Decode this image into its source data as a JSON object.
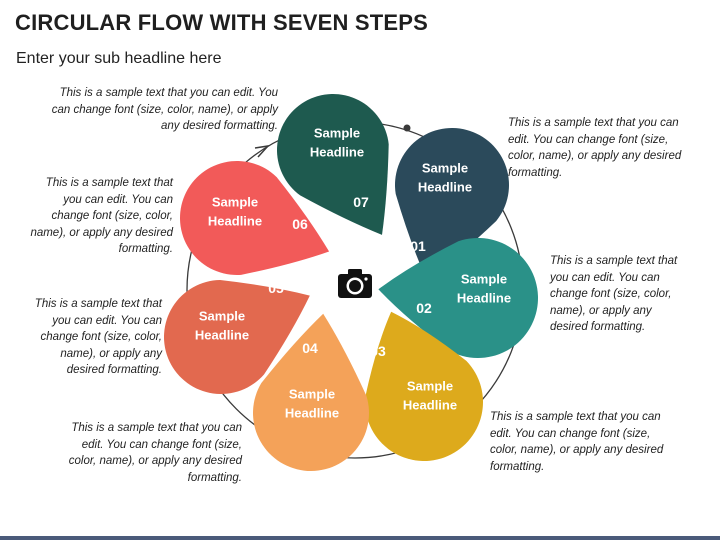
{
  "title": "CIRCULAR FLOW WITH SEVEN STEPS",
  "subtitle": "Enter your sub headline here",
  "steps": [
    {
      "num": "01",
      "headline": "Sample Headline",
      "color": "#2b4a5b",
      "text": "This is a sample text that you can edit. You can change font (size, color, name), or apply any desired formatting."
    },
    {
      "num": "02",
      "headline": "Sample Headline",
      "color": "#2a9188",
      "text": "This is a sample text that you can edit. You can change font (size, color, name), or apply any desired formatting."
    },
    {
      "num": "03",
      "headline": "Sample Headline",
      "color": "#ddaa1c",
      "text": "This is a sample text that you can edit. You can change font (size, color, name), or apply any desired formatting."
    },
    {
      "num": "04",
      "headline": "Sample Headline",
      "color": "#f4a259",
      "text": "This is a sample text that you can edit. You can change font (size, color, name), or apply any desired formatting."
    },
    {
      "num": "05",
      "headline": "Sample Headline",
      "color": "#e2694f",
      "text": "This is a sample text that you can edit. You can change font (size, color, name), or apply any desired formatting."
    },
    {
      "num": "06",
      "headline": "Sample Headline",
      "color": "#f25a59",
      "text": "This is a sample text that you can edit. You can change font (size, color, name), or apply any desired formatting."
    },
    {
      "num": "07",
      "headline": "Sample Headline",
      "color": "#1e5a4f",
      "text": "This is a sample text that you can edit. You can change font (size, color, name), or apply any desired formatting."
    }
  ],
  "center_icon": "camera-icon"
}
